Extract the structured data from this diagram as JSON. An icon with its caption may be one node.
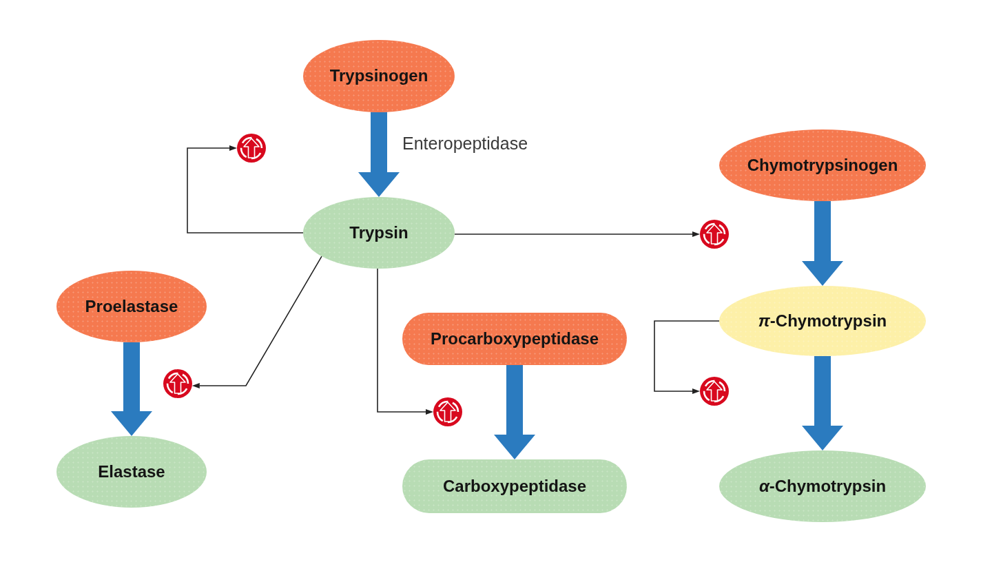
{
  "diagram": {
    "nodes": [
      {
        "text": [
          "Trypsinogen"
        ]
      },
      {
        "text": [],
        "shape": "circle"
      },
      {
        "text": [
          "Chymotrypsinogen"
        ]
      },
      {
        "text": [
          "Trypsin"
        ]
      },
      {
        "text": [],
        "shape": "circle"
      },
      {
        "text": [
          "Proelastase"
        ]
      },
      {
        "text": [
          "*π*-Chymotrypsin"
        ]
      },
      {
        "text": [
          "Procarboxypeptidase"
        ]
      },
      {
        "text": [],
        "shape": "circle"
      },
      {
        "text": [],
        "shape": "circle"
      },
      {
        "text": [],
        "shape": "circle"
      },
      {
        "text": [
          "Elastase"
        ]
      },
      {
        "text": [
          "Carboxypeptidase"
        ]
      },
      {
        "text": [
          "*α*-Chymotrypsin"
        ]
      }
    ],
    "edges": [
      {
        "from": 0,
        "to": 3,
        "arrow": "to",
        "label": "Enteropeptidase",
        "style": "thick",
        "color": "#2b7bbf"
      },
      {
        "from": 2,
        "to": 6,
        "arrow": "to",
        "style": "thick",
        "color": "#2b7bbf"
      },
      {
        "from": 6,
        "to": 13,
        "arrow": "to",
        "style": "thick",
        "color": "#2b7bbf"
      },
      {
        "from": 5,
        "to": 11,
        "arrow": "to",
        "style": "thick",
        "color": "#2b7bbf"
      },
      {
        "from": 7,
        "to": 12,
        "arrow": "to",
        "style": "thick",
        "color": "#2b7bbf"
      },
      {
        "from": 3,
        "to": 1,
        "arrow": "to",
        "color": "#222222"
      },
      {
        "from": 3,
        "to": 4,
        "arrow": "to",
        "color": "#222222"
      },
      {
        "from": 3,
        "to": 8,
        "arrow": "to",
        "color": "#222222"
      },
      {
        "from": 3,
        "to": 10,
        "arrow": "to",
        "color": "#222222"
      },
      {
        "from": 6,
        "to": 9,
        "arrow": "to",
        "color": "#222222"
      }
    ]
  }
}
